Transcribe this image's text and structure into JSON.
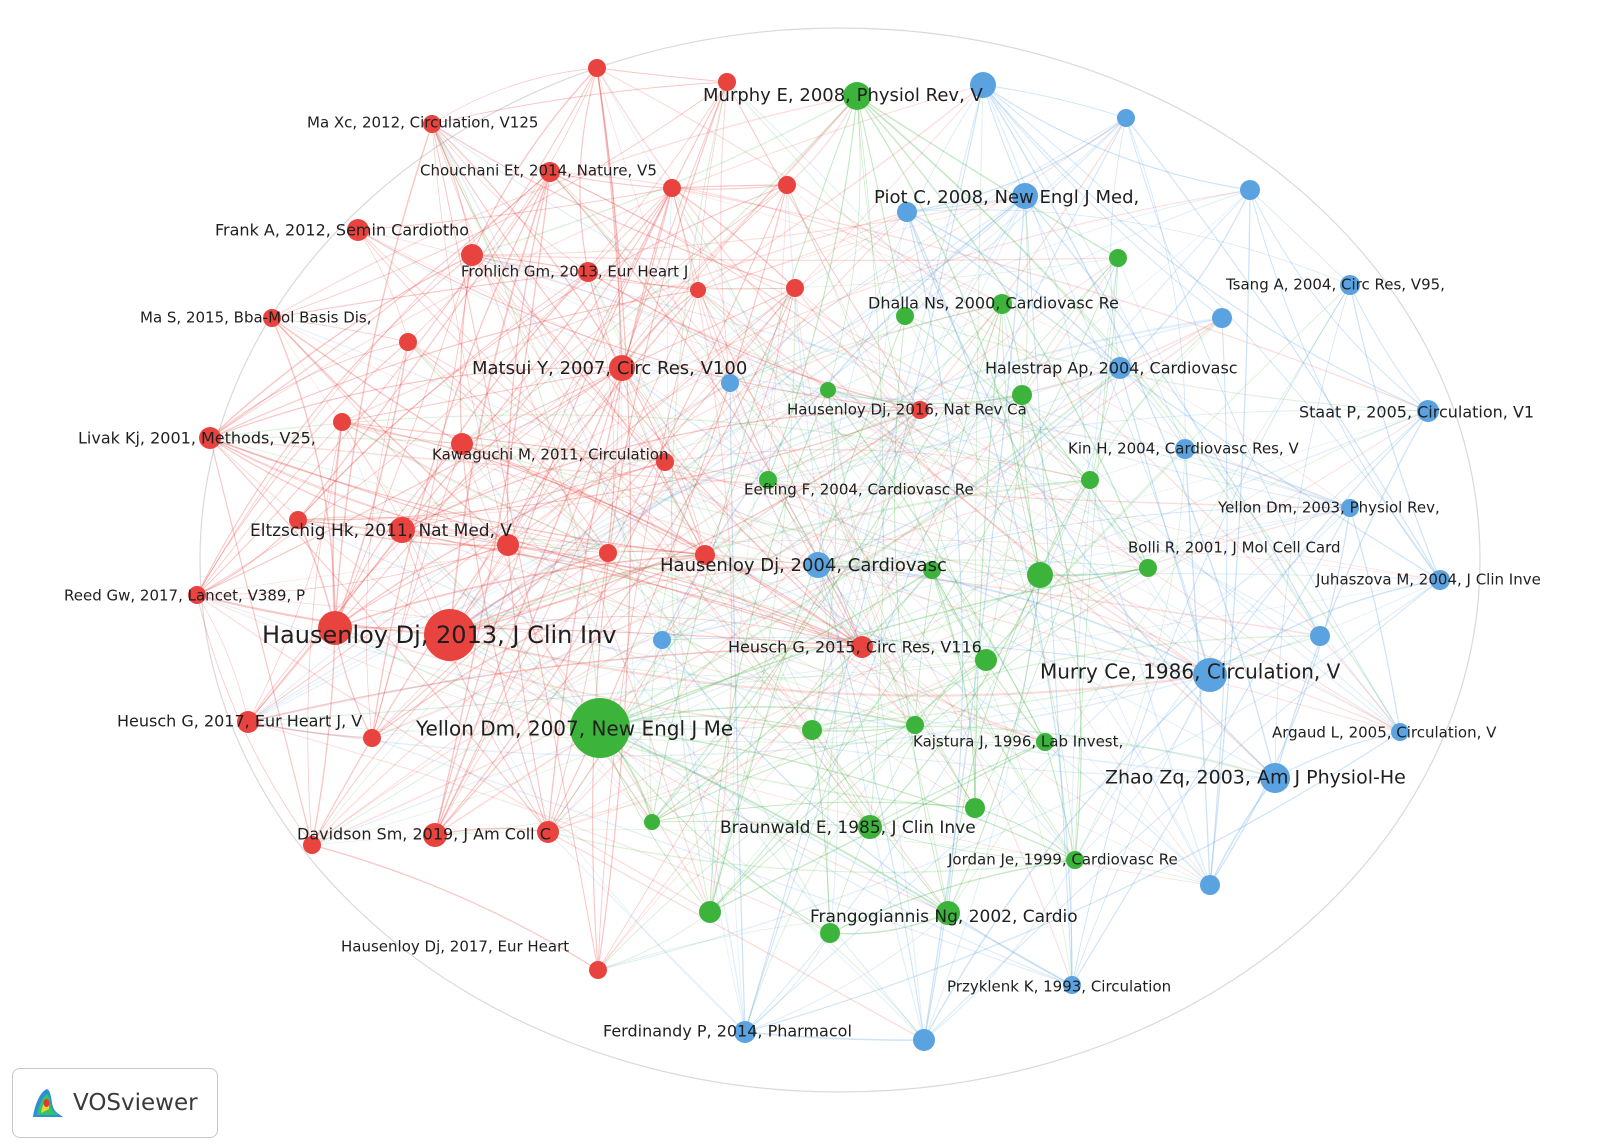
{
  "colors": {
    "red": "#e8433f",
    "green": "#3cb43c",
    "blue": "#5aa2e0",
    "ring": "#d9d9d9"
  },
  "logo": {
    "text": "VOSviewer",
    "icon": "vosviewer-logo-icon"
  },
  "nodes": [
    {
      "id": "yellon2007",
      "label": "Yellon Dm, 2007, New Engl J Me",
      "cluster": "green",
      "size": 30
    },
    {
      "id": "hausenloy2013",
      "label": "Hausenloy Dj, 2013, J Clin Inv",
      "cluster": "red",
      "size": 26
    },
    {
      "id": "hausenloy2013b",
      "label": "",
      "cluster": "red",
      "size": 17
    },
    {
      "id": "murry1986",
      "label": "Murry Ce, 1986, Circulation, V",
      "cluster": "blue",
      "size": 17
    },
    {
      "id": "zhao2003",
      "label": "Zhao Zq, 2003, Am J Physiol-He",
      "cluster": "blue",
      "size": 15
    },
    {
      "id": "murphy2008",
      "label": "Murphy E, 2008, Physiol Rev, V",
      "cluster": "green",
      "size": 14
    },
    {
      "id": "piot2008",
      "label": "Piot C, 2008, New Engl J Med,",
      "cluster": "blue",
      "size": 13
    },
    {
      "id": "hausenloy2004",
      "label": "Hausenloy Dj, 2004, Cardiovasc",
      "cluster": "blue",
      "size": 13
    },
    {
      "id": "matsui2007",
      "label": "Matsui Y, 2007, Circ Res, V100",
      "cluster": "red",
      "size": 13
    },
    {
      "id": "eltzschig2011",
      "label": "Eltzschig Hk, 2011, Nat Med, V",
      "cluster": "red",
      "size": 13
    },
    {
      "id": "braunwald1985",
      "label": "Braunwald E, 1985, J Clin Inve",
      "cluster": "green",
      "size": 12
    },
    {
      "id": "frangogiannis2002",
      "label": "Frangogiannis Ng, 2002, Cardio",
      "cluster": "green",
      "size": 12
    },
    {
      "id": "heusch2015",
      "label": "Heusch G, 2015, Circ Res, V116",
      "cluster": "red",
      "size": 11
    },
    {
      "id": "halestrap2004",
      "label": "Halestrap Ap, 2004, Cardiovasc",
      "cluster": "blue",
      "size": 11
    },
    {
      "id": "staat2005",
      "label": "Staat P, 2005, Circulation, V1",
      "cluster": "blue",
      "size": 11
    },
    {
      "id": "davidson2019",
      "label": "Davidson Sm, 2019, J Am Coll C",
      "cluster": "red",
      "size": 12
    },
    {
      "id": "heusch2017",
      "label": "Heusch G, 2017, Eur Heart J, V",
      "cluster": "red",
      "size": 11
    },
    {
      "id": "frank2012",
      "label": "Frank A, 2012, Semin Cardiotho",
      "cluster": "red",
      "size": 11
    },
    {
      "id": "livak2001",
      "label": "Livak Kj, 2001, Methods, V25,",
      "cluster": "red",
      "size": 11
    },
    {
      "id": "ferdinandy2014",
      "label": "Ferdinandy P, 2014, Pharmacol",
      "cluster": "blue",
      "size": 11
    },
    {
      "id": "chouchani2014",
      "label": "Chouchani Et, 2014, Nature, V5",
      "cluster": "red",
      "size": 10
    },
    {
      "id": "frohlich2013",
      "label": "Frohlich Gm, 2013, Eur Heart J",
      "cluster": "red",
      "size": 10
    },
    {
      "id": "dhalla2000",
      "label": "Dhalla Ns, 2000, Cardiovasc Re",
      "cluster": "green",
      "size": 10
    },
    {
      "id": "tsang2004",
      "label": "Tsang A, 2004, Circ Res, V95,",
      "cluster": "blue",
      "size": 10
    },
    {
      "id": "hausenloy2016",
      "label": "Hausenloy Dj, 2016, Nat Rev Ca",
      "cluster": "red",
      "size": 9
    },
    {
      "id": "kin2004",
      "label": "Kin H, 2004, Cardiovasc Res, V",
      "cluster": "blue",
      "size": 10
    },
    {
      "id": "kawaguchi2011",
      "label": "Kawaguchi M, 2011, Circulation",
      "cluster": "red",
      "size": 11
    },
    {
      "id": "eefting2004",
      "label": "Eefting F, 2004, Cardiovasc Re",
      "cluster": "green",
      "size": 9
    },
    {
      "id": "yellon2003",
      "label": "Yellon Dm, 2003, Physiol Rev,",
      "cluster": "blue",
      "size": 9
    },
    {
      "id": "bolli2001",
      "label": "Bolli R, 2001, J Mol Cell Card",
      "cluster": "green",
      "size": 9
    },
    {
      "id": "juhaszova2004",
      "label": "Juhaszova M, 2004, J Clin Inve",
      "cluster": "blue",
      "size": 10
    },
    {
      "id": "reed2017",
      "label": "Reed Gw, 2017, Lancet, V389, P",
      "cluster": "red",
      "size": 9
    },
    {
      "id": "maxc2012",
      "label": "Ma Xc, 2012, Circulation, V125",
      "cluster": "red",
      "size": 9
    },
    {
      "id": "mas2015",
      "label": "Ma S, 2015, Bba-Mol Basis Dis,",
      "cluster": "red",
      "size": 9
    },
    {
      "id": "kajstura1996",
      "label": "Kajstura J, 1996, Lab Invest,",
      "cluster": "green",
      "size": 9
    },
    {
      "id": "argaud2005",
      "label": "Argaud L, 2005, Circulation, V",
      "cluster": "blue",
      "size": 9
    },
    {
      "id": "jordan1999",
      "label": "Jordan Je, 1999, Cardiovasc Re",
      "cluster": "green",
      "size": 9
    },
    {
      "id": "hausenloy2017",
      "label": "Hausenloy Dj, 2017, Eur Heart",
      "cluster": "red",
      "size": 9
    },
    {
      "id": "przyklenk1993",
      "label": "Przyklenk K, 1993, Circulation",
      "cluster": "blue",
      "size": 9
    },
    {
      "id": "u1",
      "label": "",
      "cluster": "red",
      "size": 9
    },
    {
      "id": "u2",
      "label": "",
      "cluster": "red",
      "size": 9
    },
    {
      "id": "u3",
      "label": "",
      "cluster": "red",
      "size": 9
    },
    {
      "id": "u4",
      "label": "",
      "cluster": "red",
      "size": 9
    },
    {
      "id": "u5",
      "label": "",
      "cluster": "red",
      "size": 11
    },
    {
      "id": "u6",
      "label": "",
      "cluster": "red",
      "size": 8
    },
    {
      "id": "u7",
      "label": "",
      "cluster": "red",
      "size": 9
    },
    {
      "id": "u8",
      "label": "",
      "cluster": "red",
      "size": 9
    },
    {
      "id": "u9",
      "label": "",
      "cluster": "red",
      "size": 9
    },
    {
      "id": "u10",
      "label": "",
      "cluster": "red",
      "size": 11
    },
    {
      "id": "u11",
      "label": "",
      "cluster": "red",
      "size": 9
    },
    {
      "id": "u12",
      "label": "",
      "cluster": "red",
      "size": 10
    },
    {
      "id": "u13",
      "label": "",
      "cluster": "red",
      "size": 9
    },
    {
      "id": "u14",
      "label": "",
      "cluster": "red",
      "size": 9
    },
    {
      "id": "u15",
      "label": "",
      "cluster": "red",
      "size": 9
    },
    {
      "id": "u16",
      "label": "",
      "cluster": "red",
      "size": 11
    },
    {
      "id": "u17",
      "label": "",
      "cluster": "red",
      "size": 9
    },
    {
      "id": "u18",
      "label": "",
      "cluster": "blue",
      "size": 13
    },
    {
      "id": "u19",
      "label": "",
      "cluster": "blue",
      "size": 9
    },
    {
      "id": "u20",
      "label": "",
      "cluster": "blue",
      "size": 10
    },
    {
      "id": "u21",
      "label": "",
      "cluster": "blue",
      "size": 10
    },
    {
      "id": "u22",
      "label": "",
      "cluster": "blue",
      "size": 10
    },
    {
      "id": "u23",
      "label": "",
      "cluster": "blue",
      "size": 9
    },
    {
      "id": "u24",
      "label": "",
      "cluster": "blue",
      "size": 10
    },
    {
      "id": "u25",
      "label": "",
      "cluster": "blue",
      "size": 9
    },
    {
      "id": "u26",
      "label": "",
      "cluster": "blue",
      "size": 10
    },
    {
      "id": "u27",
      "label": "",
      "cluster": "blue",
      "size": 11
    },
    {
      "id": "u28",
      "label": "",
      "cluster": "green",
      "size": 9
    },
    {
      "id": "u29",
      "label": "",
      "cluster": "green",
      "size": 9
    },
    {
      "id": "u30",
      "label": "",
      "cluster": "green",
      "size": 10
    },
    {
      "id": "u31",
      "label": "",
      "cluster": "green",
      "size": 13
    },
    {
      "id": "u32",
      "label": "",
      "cluster": "green",
      "size": 9
    },
    {
      "id": "u33",
      "label": "",
      "cluster": "green",
      "size": 11
    },
    {
      "id": "u34",
      "label": "",
      "cluster": "green",
      "size": 10
    },
    {
      "id": "u35",
      "label": "",
      "cluster": "green",
      "size": 9
    },
    {
      "id": "u36",
      "label": "",
      "cluster": "green",
      "size": 9
    },
    {
      "id": "u37",
      "label": "",
      "cluster": "green",
      "size": 10
    },
    {
      "id": "u38",
      "label": "",
      "cluster": "green",
      "size": 10
    },
    {
      "id": "u39",
      "label": "",
      "cluster": "green",
      "size": 11
    },
    {
      "id": "u40",
      "label": "",
      "cluster": "green",
      "size": 8
    },
    {
      "id": "u41",
      "label": "",
      "cluster": "green",
      "size": 8
    }
  ]
}
